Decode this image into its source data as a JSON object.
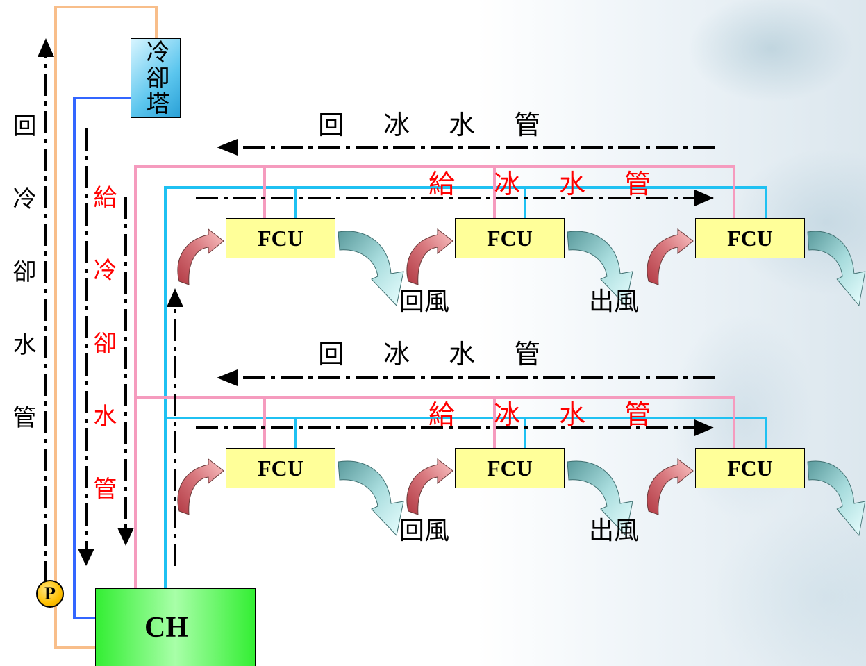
{
  "cooling_tower": {
    "label": "冷卻塔"
  },
  "cooling_water": {
    "return_label": "回冷卻水管",
    "supply_label": "給冷卻水管"
  },
  "floors": [
    {
      "chilled_water_return_label": "回 冰 水 管",
      "chilled_water_supply_label": "給 冰 水 管",
      "fcus": [
        {
          "label": "FCU"
        },
        {
          "label": "FCU"
        },
        {
          "label": "FCU"
        }
      ],
      "return_air_label": "回風",
      "supply_air_label": "出風"
    },
    {
      "chilled_water_return_label": "回 冰 水 管",
      "chilled_water_supply_label": "給 冰 水 管",
      "fcus": [
        {
          "label": "FCU"
        },
        {
          "label": "FCU"
        },
        {
          "label": "FCU"
        }
      ],
      "return_air_label": "回風",
      "supply_air_label": "出風"
    }
  ],
  "chiller": {
    "label": "CH"
  },
  "pump": {
    "label": "P"
  },
  "colors": {
    "return_cooling_water_pipe": "#F8BE8A",
    "supply_cooling_water_pipe": "#3366FF",
    "return_chilled_water_pipe": "#F59BBE",
    "supply_chilled_water_pipe": "#1FC1F2",
    "fcu_fill": "#FFFF99",
    "chiller_fill": "#33EE33",
    "pump_fill": "#FFC000",
    "cooling_tower_fill": "#5CC6EE",
    "supply_label_text": "#FF0000",
    "flow_arrow": "#000000"
  }
}
